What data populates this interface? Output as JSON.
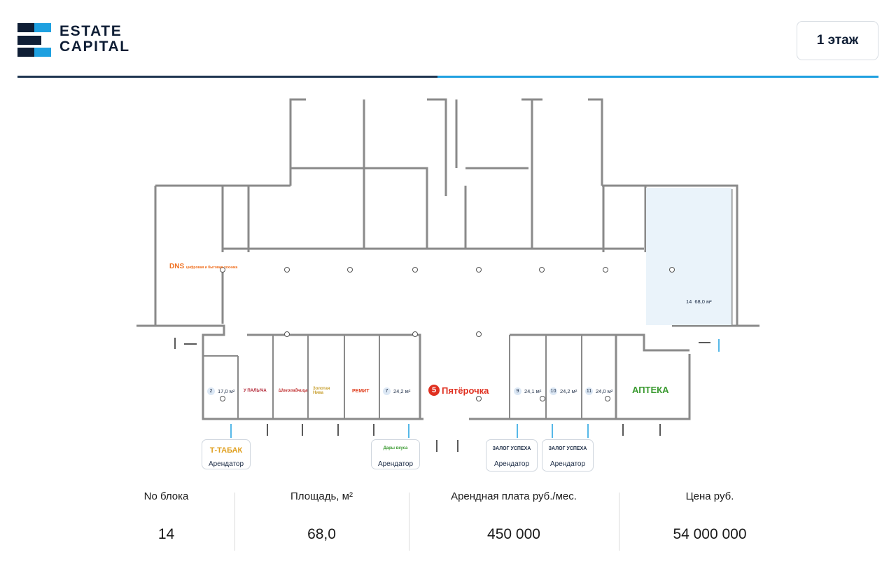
{
  "header": {
    "logo_line1": "ESTATE",
    "logo_line2": "CAPITAL",
    "floor_label": "1 этаж"
  },
  "colors": {
    "brand_dark": "#0f1e35",
    "brand_blue": "#1ea0e0",
    "selected_unit": "#eaf3fa"
  },
  "plan": {
    "units": [
      {
        "num": "2",
        "area": "17,0 м²"
      },
      {
        "num": "7",
        "area": "24,2 м²"
      },
      {
        "num": "9",
        "area": "24,1 м²"
      },
      {
        "num": "10",
        "area": "24,2 м²"
      },
      {
        "num": "11",
        "area": "24,0 м²"
      },
      {
        "num": "14",
        "area": "68,0 м²"
      }
    ],
    "shops": {
      "dns": "DNS",
      "dns_sub": "цифровая и бытовая техника",
      "u_palycha": "У ПАЛЫЧА",
      "shokoladnitsa": "Шоколадница",
      "zolotaya_niva": "Золотая Нива",
      "remit": "РЕМИТ",
      "pyaterochka": "Пятёрочка",
      "apteka": "АПТЕКА"
    },
    "tenants": [
      {
        "brand": "Т-ТАБАК",
        "role": "Арендатор"
      },
      {
        "brand": "Дары вкуса",
        "role": "Арендатор"
      },
      {
        "brand": "ЗАЛОГ УСПЕХА",
        "role": "Арендатор"
      },
      {
        "brand": "ЗАЛОГ УСПЕХА",
        "role": "Арендатор"
      }
    ]
  },
  "table": {
    "headers": [
      "No блока",
      "Площадь, м²",
      "Арендная плата руб./мес.",
      "Цена руб."
    ],
    "values": [
      "14",
      "68,0",
      "450 000",
      "54 000 000"
    ]
  }
}
